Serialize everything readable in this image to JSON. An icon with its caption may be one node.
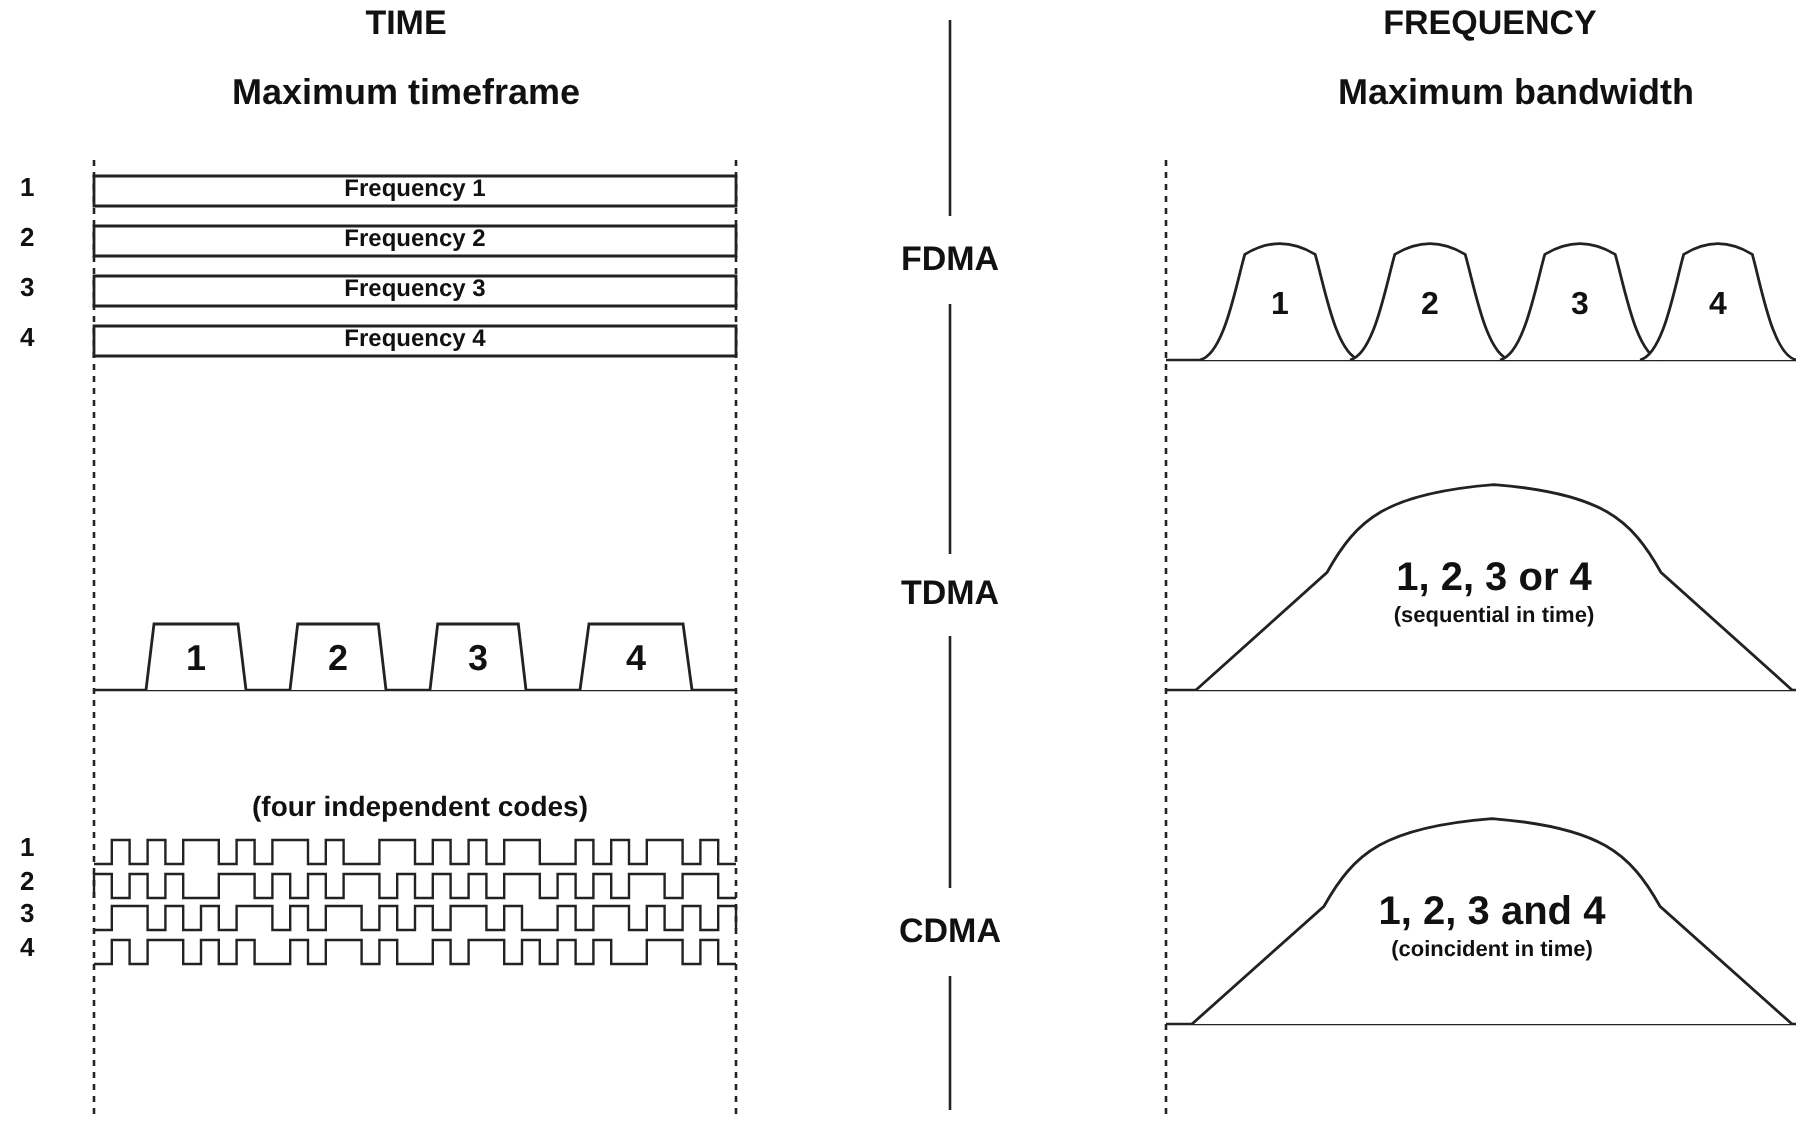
{
  "diagram": {
    "nodes": [
      {
        "text": [
          "Frequency 1"
        ],
        "beside": [
          "1"
        ]
      },
      {
        "text": [
          "Frequency 2"
        ],
        "beside": [
          "2"
        ]
      },
      {
        "text": [
          "Frequency 3"
        ],
        "beside": [
          "3"
        ]
      },
      {
        "text": [
          "Frequency 4"
        ],
        "beside": [
          "4"
        ]
      },
      {
        "text": [
          "1"
        ]
      },
      {
        "text": [
          "2"
        ]
      },
      {
        "text": [
          "3"
        ]
      },
      {
        "text": [
          "4"
        ]
      },
      {
        "text": [
          "1"
        ]
      },
      {
        "text": [
          "2"
        ]
      },
      {
        "text": [
          "3"
        ]
      },
      {
        "text": [
          "4"
        ]
      },
      {
        "text": [
          "1, 2, 3 or 4",
          "(sequential in time)"
        ]
      },
      {
        "text": [
          "1, 2, 3 and 4",
          "(coincident in time)"
        ]
      }
    ],
    "labels": [
      "TIME",
      "FREQUENCY",
      "Maximum timeframe",
      "Maximum bandwidth",
      "FDMA",
      "TDMA",
      "(four independent codes)",
      "CDMA",
      "1",
      "2",
      "3",
      "4"
    ]
  }
}
